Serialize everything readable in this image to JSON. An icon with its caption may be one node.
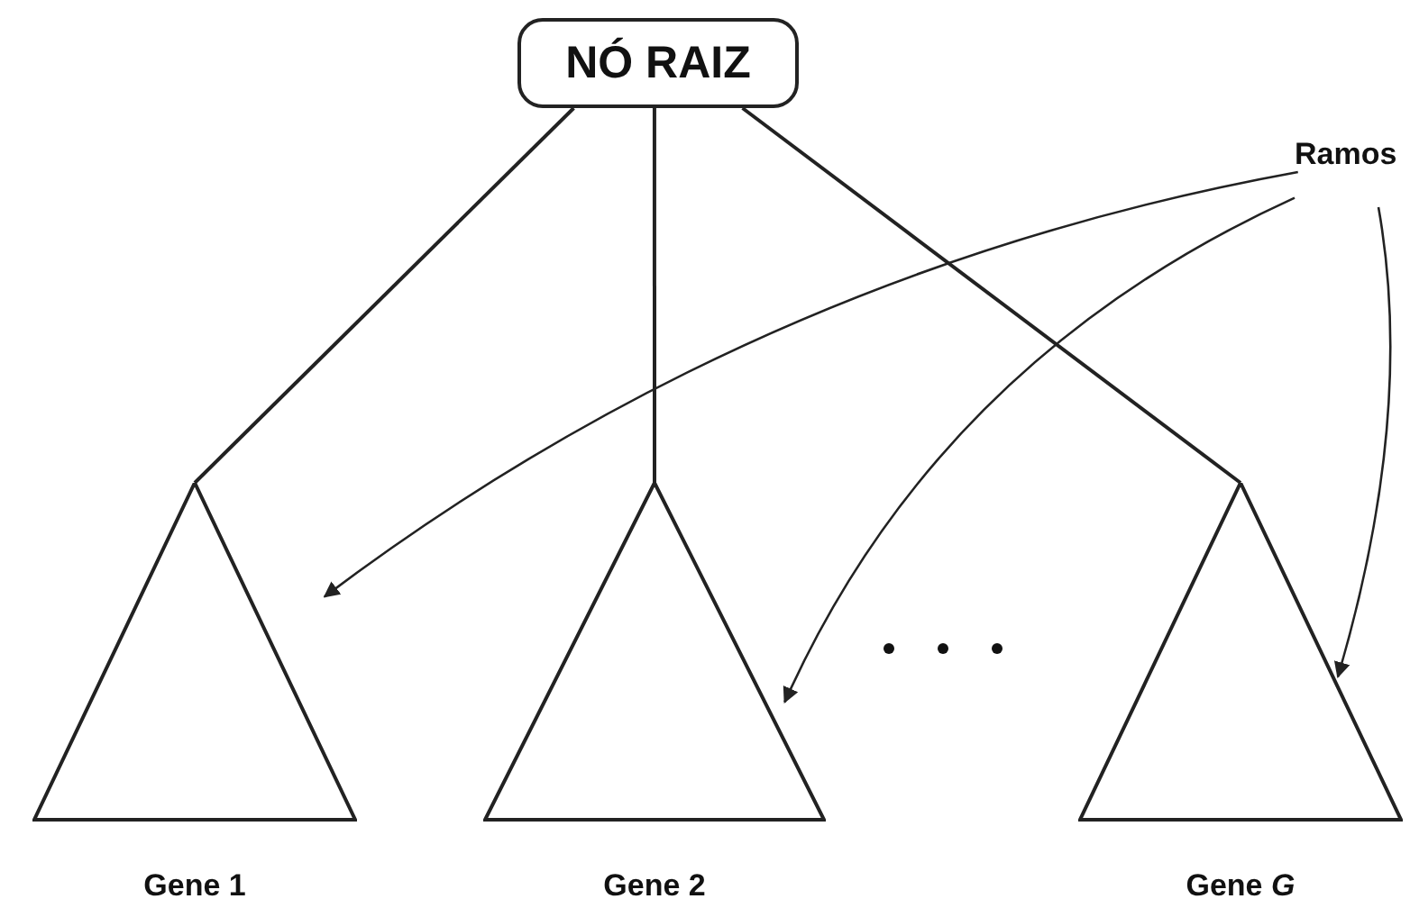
{
  "diagram": {
    "nodes": [
      {
        "text": [
          "NÓ RAIZ"
        ]
      },
      {
        "text": [
          "Gene 1"
        ]
      },
      {
        "text": [
          "Gene 2"
        ]
      },
      {
        "text": [
          "Gene *G*"
        ]
      },
      {
        "text": [
          "Ramos"
        ]
      }
    ],
    "edges": [
      {
        "from": 0,
        "to": 1,
        "arrow": "none"
      },
      {
        "from": 0,
        "to": 2,
        "arrow": "none"
      },
      {
        "from": 0,
        "to": 3,
        "arrow": "none"
      },
      {
        "from": 4,
        "to": 1,
        "arrow": "to"
      },
      {
        "from": 4,
        "to": 2,
        "arrow": "to"
      },
      {
        "from": 4,
        "to": 3,
        "arrow": "to"
      }
    ]
  }
}
